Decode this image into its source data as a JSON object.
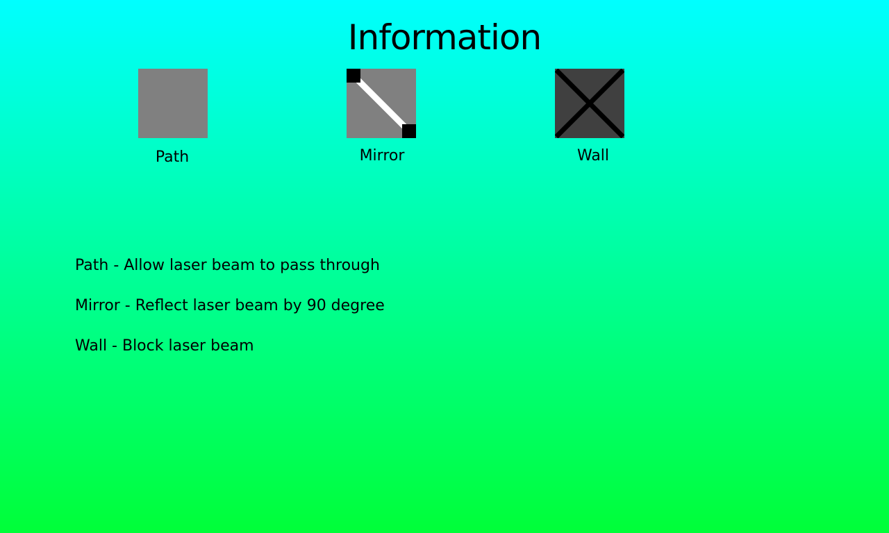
{
  "screen": {
    "title": "Information"
  },
  "tiles": [
    {
      "label": "Path",
      "icon": "path-tile-icon",
      "fill": "#808080"
    },
    {
      "label": "Mirror",
      "icon": "mirror-tile-icon",
      "fill": "#808080",
      "accent": "#ffffff"
    },
    {
      "label": "Wall",
      "icon": "wall-tile-icon",
      "fill": "#404040",
      "accent": "#000000"
    }
  ],
  "descriptions": [
    "Path - Allow laser beam to pass through",
    "Mirror - Reflect laser beam by 90 degree",
    "Wall - Block laser beam"
  ],
  "colors": {
    "background_top": "#00ffff",
    "background_bottom": "#00ff38"
  }
}
